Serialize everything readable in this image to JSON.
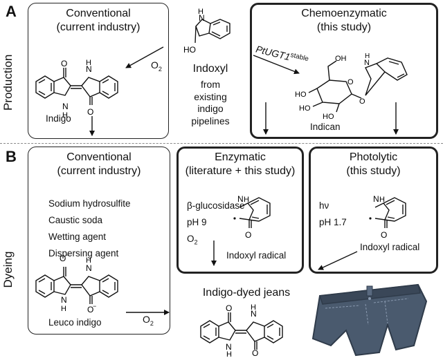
{
  "panels": {
    "a": {
      "letter": "A",
      "side_label": "Production"
    },
    "b": {
      "letter": "B",
      "side_label": "Dyeing"
    }
  },
  "production": {
    "conventional": {
      "title_1": "Conventional",
      "title_2": "(current industry)",
      "reagent": "O",
      "reagent_sub": "2",
      "product": "Indigo"
    },
    "indoxyl": {
      "name": "Indoxyl",
      "note_lines": [
        "from",
        "existing",
        "indigo",
        "pipelines"
      ],
      "atom_nh": "H",
      "atom_n": "N",
      "atom_ho": "HO"
    },
    "chemoenzymatic": {
      "title_1": "Chemoenzymatic",
      "title_2": "(this study)",
      "enzyme": "PtUGT1",
      "enzyme_sup": "stable",
      "product": "Indican",
      "atoms": {
        "oh_top": "OH",
        "ho1": "HO",
        "ho2": "HO",
        "ho3": "HO",
        "o_ring": "O",
        "o_link": "O",
        "nh": "N",
        "h": "H"
      }
    }
  },
  "dyeing": {
    "conventional": {
      "title_1": "Conventional",
      "title_2": "(current industry)",
      "reagents": [
        "Sodium hydrosulfite",
        "Caustic soda",
        "Wetting agent",
        "Dispersing agent"
      ],
      "product": "Leuco indigo",
      "oxidant": "O",
      "oxidant_sub": "2"
    },
    "enzymatic": {
      "title_1": "Enzymatic",
      "title_2": "(literature + this study)",
      "conditions": [
        "β-glucosidase",
        "pH 9"
      ],
      "oxidant": "O",
      "oxidant_sub": "2",
      "product": "Indoxyl radical"
    },
    "photolytic": {
      "title_1": "Photolytic",
      "title_2": "(this study)",
      "conditions": [
        "hν",
        "pH 1.7"
      ],
      "product": "Indoxyl radical"
    },
    "jeans": {
      "label": "Indigo-dyed jeans"
    }
  },
  "atoms": {
    "o": "O",
    "n": "N",
    "h": "H",
    "o_minus": "O",
    "minus": "−"
  },
  "colors": {
    "jeans": "#4a5a6e",
    "jeans_dark": "#2f3b4a",
    "jeans_stitch": "#8a9ab0"
  }
}
